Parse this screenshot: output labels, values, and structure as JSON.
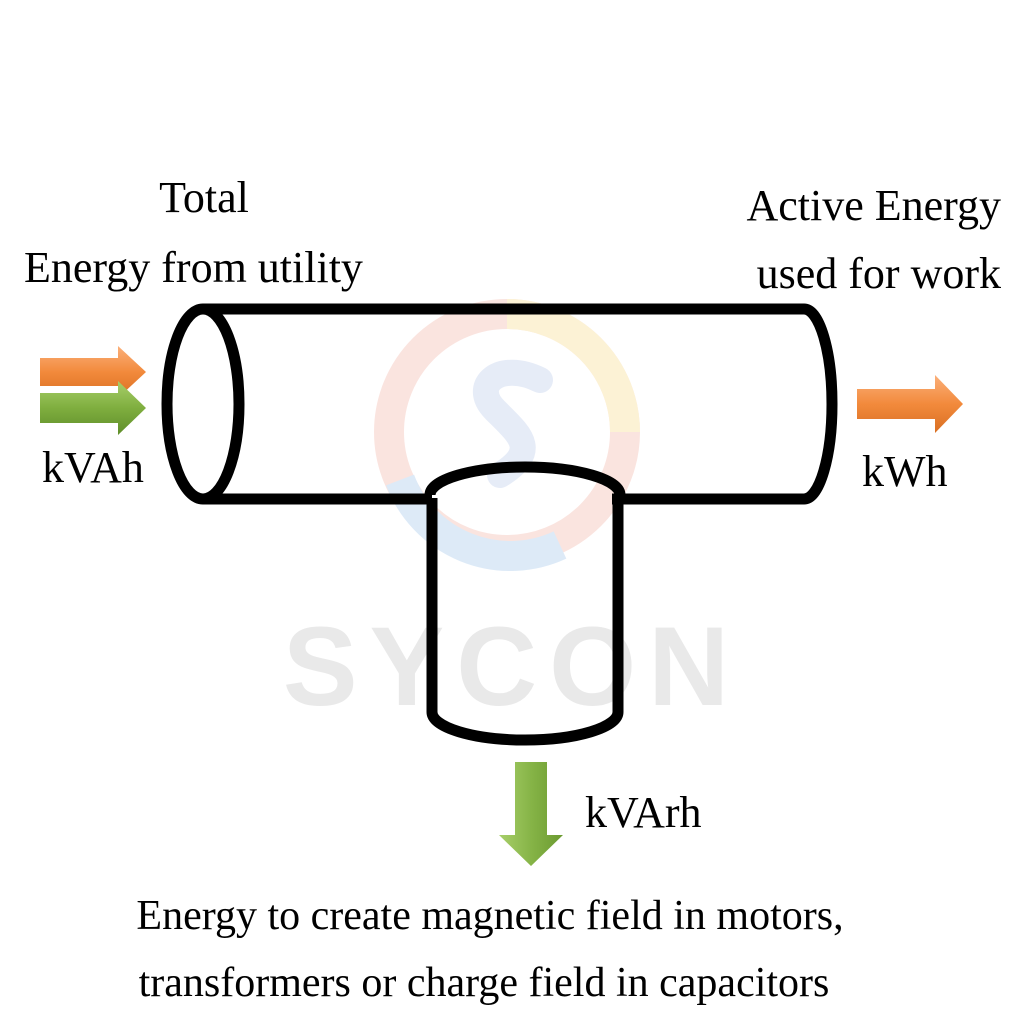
{
  "labels": {
    "total_line1": "Total",
    "total_line2": "Energy from utility",
    "active_line1": "Active Energy",
    "active_line2": "used for work",
    "input_unit": "kVAh",
    "output_unit": "kWh",
    "reactive_unit": "kVArh",
    "bottom_line1": "Energy to create magnetic field in motors,",
    "bottom_line2": "transformers or charge field in capacitors"
  },
  "watermark": {
    "text": "SYCON",
    "logo_letter": "S"
  },
  "colors": {
    "orange_arrow": "#f28a3c",
    "green_arrow": "#7fae3f",
    "pipe_stroke": "#000000",
    "watermark": "#e6e6e6"
  },
  "icons": [
    "orange-arrow-icon",
    "green-arrow-icon",
    "sycon-logo-icon"
  ]
}
